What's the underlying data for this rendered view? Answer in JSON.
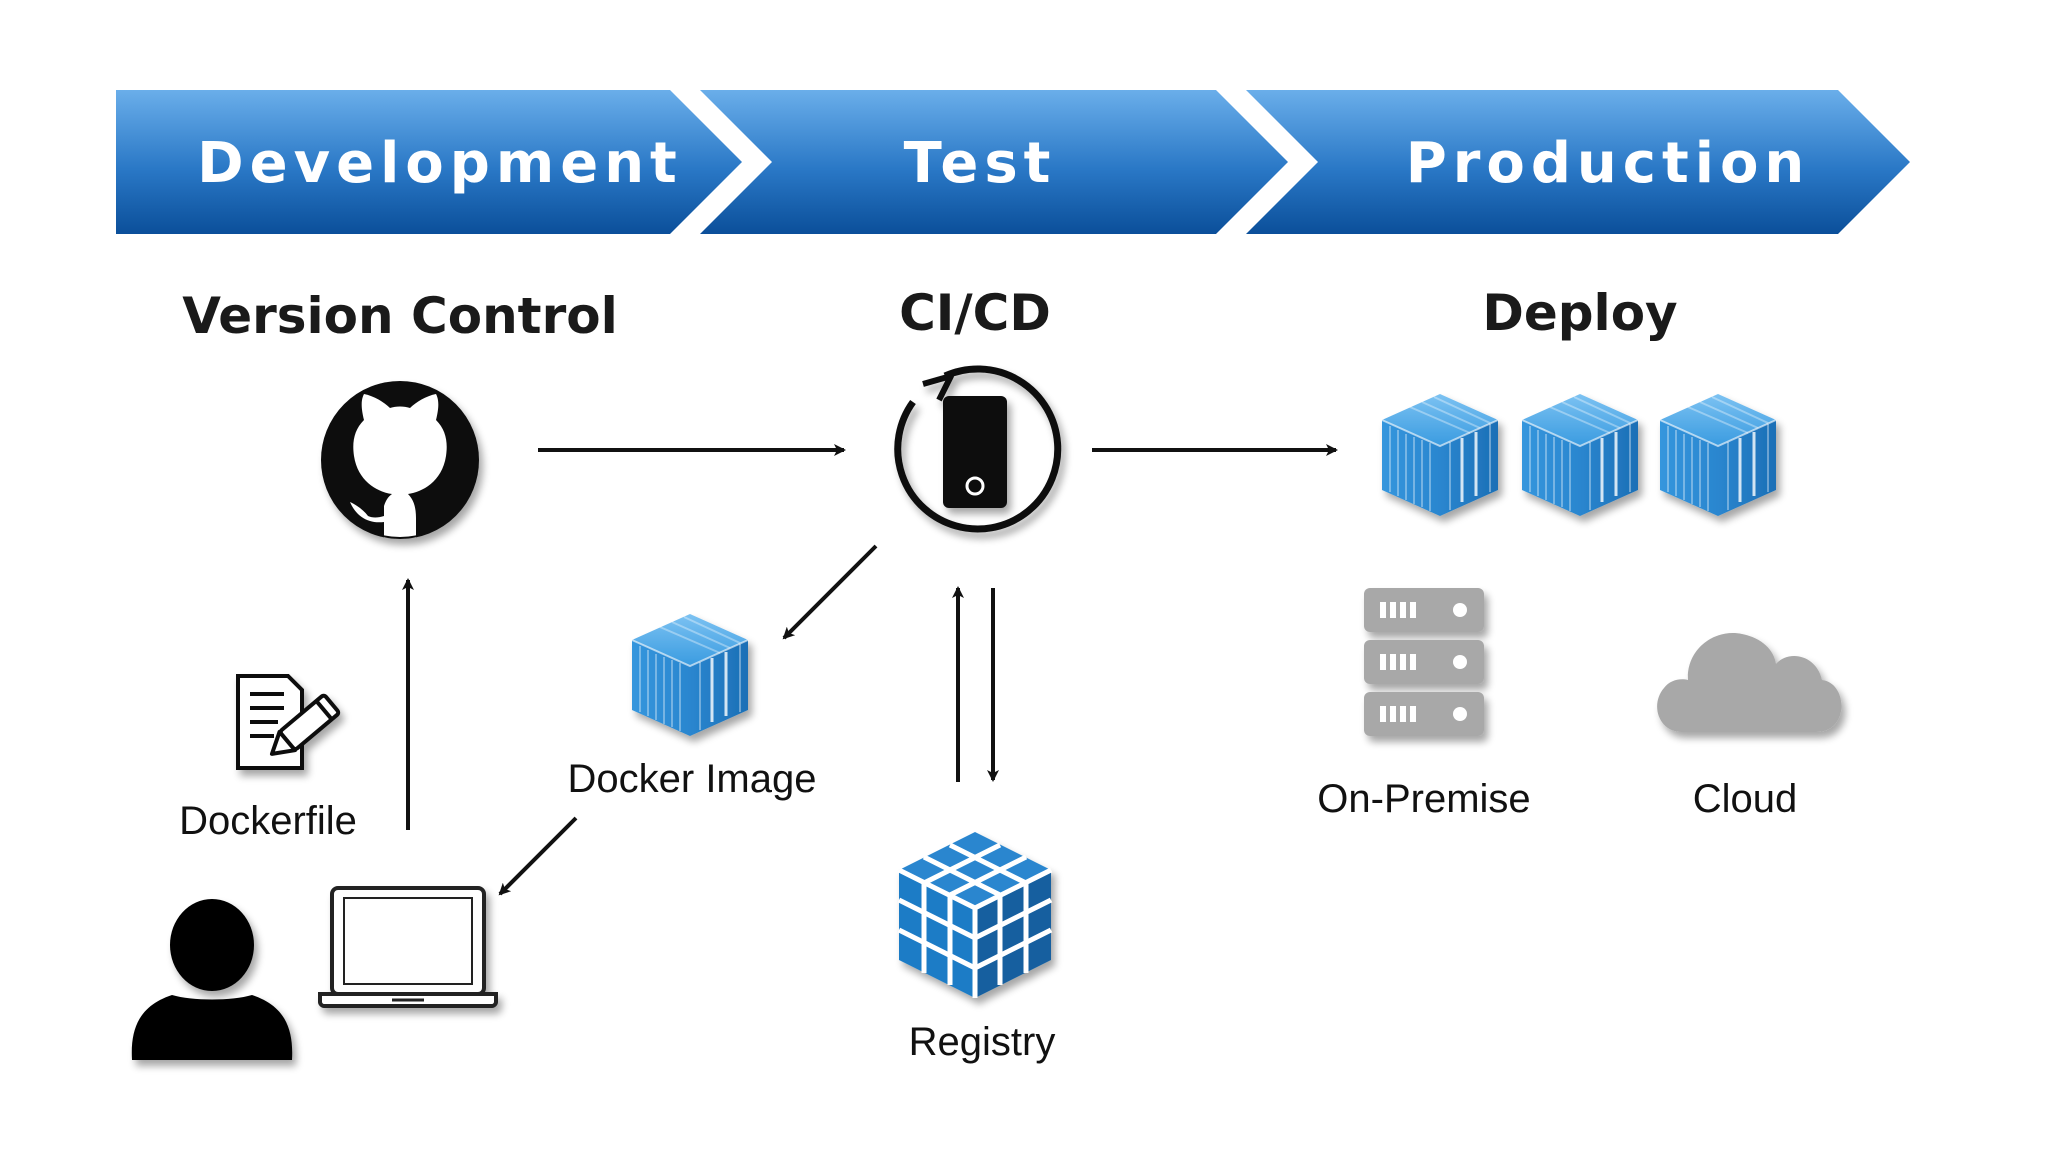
{
  "phases": [
    {
      "label": "Development"
    },
    {
      "label": "Test"
    },
    {
      "label": "Production"
    }
  ],
  "headings": {
    "version_control": "Version Control",
    "cicd": "CI/CD",
    "deploy": "Deploy"
  },
  "labels": {
    "dockerfile": "Dockerfile",
    "docker_image": "Docker Image",
    "registry": "Registry",
    "on_premise": "On-Premise",
    "cloud": "Cloud"
  },
  "icons": {
    "version_control": "github-icon",
    "cicd": "ci-cycle-phone-icon",
    "deploy_containers": "docker-container-icon",
    "dockerfile": "document-pencil-icon",
    "docker_image": "docker-container-icon",
    "registry": "registry-cubes-icon",
    "developer": "person-icon",
    "laptop": "laptop-icon",
    "on_premise": "server-rack-icon",
    "cloud": "cloud-icon"
  },
  "colors": {
    "banner_light": "#5fa3e3",
    "banner_dark": "#0b4f9a",
    "container_blue": "#2f8fd8",
    "container_dark": "#1668ad",
    "registry_blue": "#1d7cc6",
    "gray_icon": "#a5a5a5",
    "arrow": "#111111"
  }
}
